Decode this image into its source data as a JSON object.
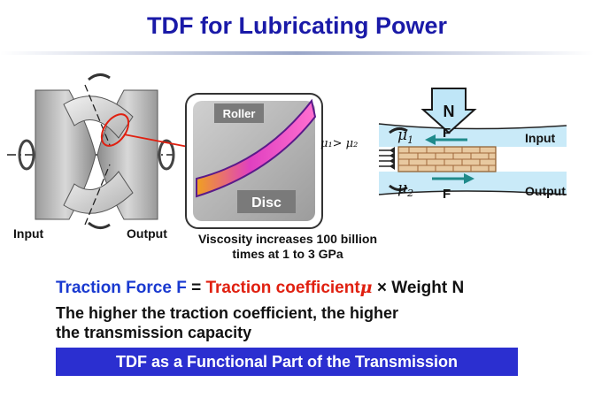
{
  "title": "TDF for Lubricating Power",
  "labels": {
    "input_left": "Input",
    "output_left": "Output",
    "roller": "Roller",
    "disc": "Disc",
    "viscosity_line1": "Viscosity increases 100 billion",
    "viscosity_line2": "times at 1 to 3 GPa",
    "normal_force": "N",
    "force_top": "F",
    "force_bottom": "F",
    "input_right": "Input",
    "output_right": "Output",
    "mu1": "μ",
    "mu1_sub": "1",
    "mu2": "μ",
    "mu2_sub": "2",
    "mu_compare": "μ₁> μ₂"
  },
  "formula": {
    "part1": "Traction Force F",
    "eq": " = ",
    "part2": "Traction coefficient",
    "mu": "μ",
    "part3": " × Weight N"
  },
  "note": {
    "line1": "The higher the traction coefficient, the higher",
    "line2": "the transmission capacity"
  },
  "banner": "TDF as a Functional Part of the Transmission",
  "colors": {
    "title": "#1a1aa8",
    "formula_blue": "#1a3ad0",
    "formula_red": "#e02010",
    "banner_bg": "#2b2fd0",
    "arrow_red": "#e02010",
    "force_teal": "#1f8a8a",
    "fluid_blue": "#bfe6f7"
  }
}
